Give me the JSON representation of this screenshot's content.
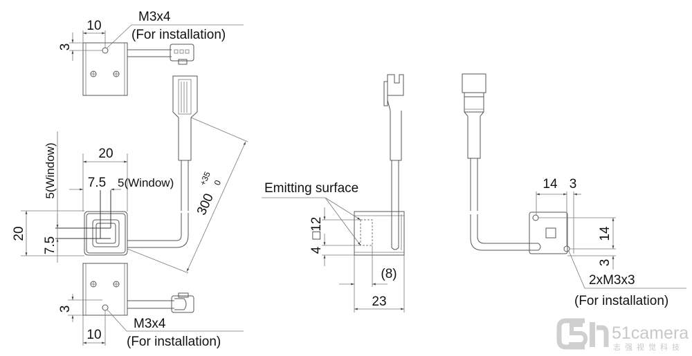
{
  "drawing": {
    "top_view": {
      "hole_spec": "M3x4",
      "hole_note": "(For installation)",
      "dim_horizontal": "10",
      "dim_vertical": "3"
    },
    "front_view": {
      "dim_width": "20",
      "dim_height": "20",
      "dim_window_offset_x": "7.5",
      "dim_window_size_x": "5(Window)",
      "dim_window_offset_y": "7.5",
      "dim_window_size_y": "5(Window)",
      "cable_length": "300",
      "cable_tol_upper": "+35",
      "cable_tol_lower": "0"
    },
    "bottom_view": {
      "hole_spec": "M3x4",
      "hole_note": "(For installation)",
      "dim_horizontal": "10",
      "dim_vertical": "3"
    },
    "side_view": {
      "emitting_label": "Emitting surface",
      "dim_offset": "4",
      "dim_square": "□12",
      "dim_depth": "(8)",
      "dim_total": "23"
    },
    "rear_view": {
      "dim_h1": "14",
      "dim_h2": "3",
      "dim_v1": "14",
      "dim_v2": "3",
      "hole_spec": "2xM3x3",
      "hole_note": "(For installation)"
    }
  },
  "watermark": {
    "brand": "51camera",
    "subtitle": "志强视觉科技"
  }
}
